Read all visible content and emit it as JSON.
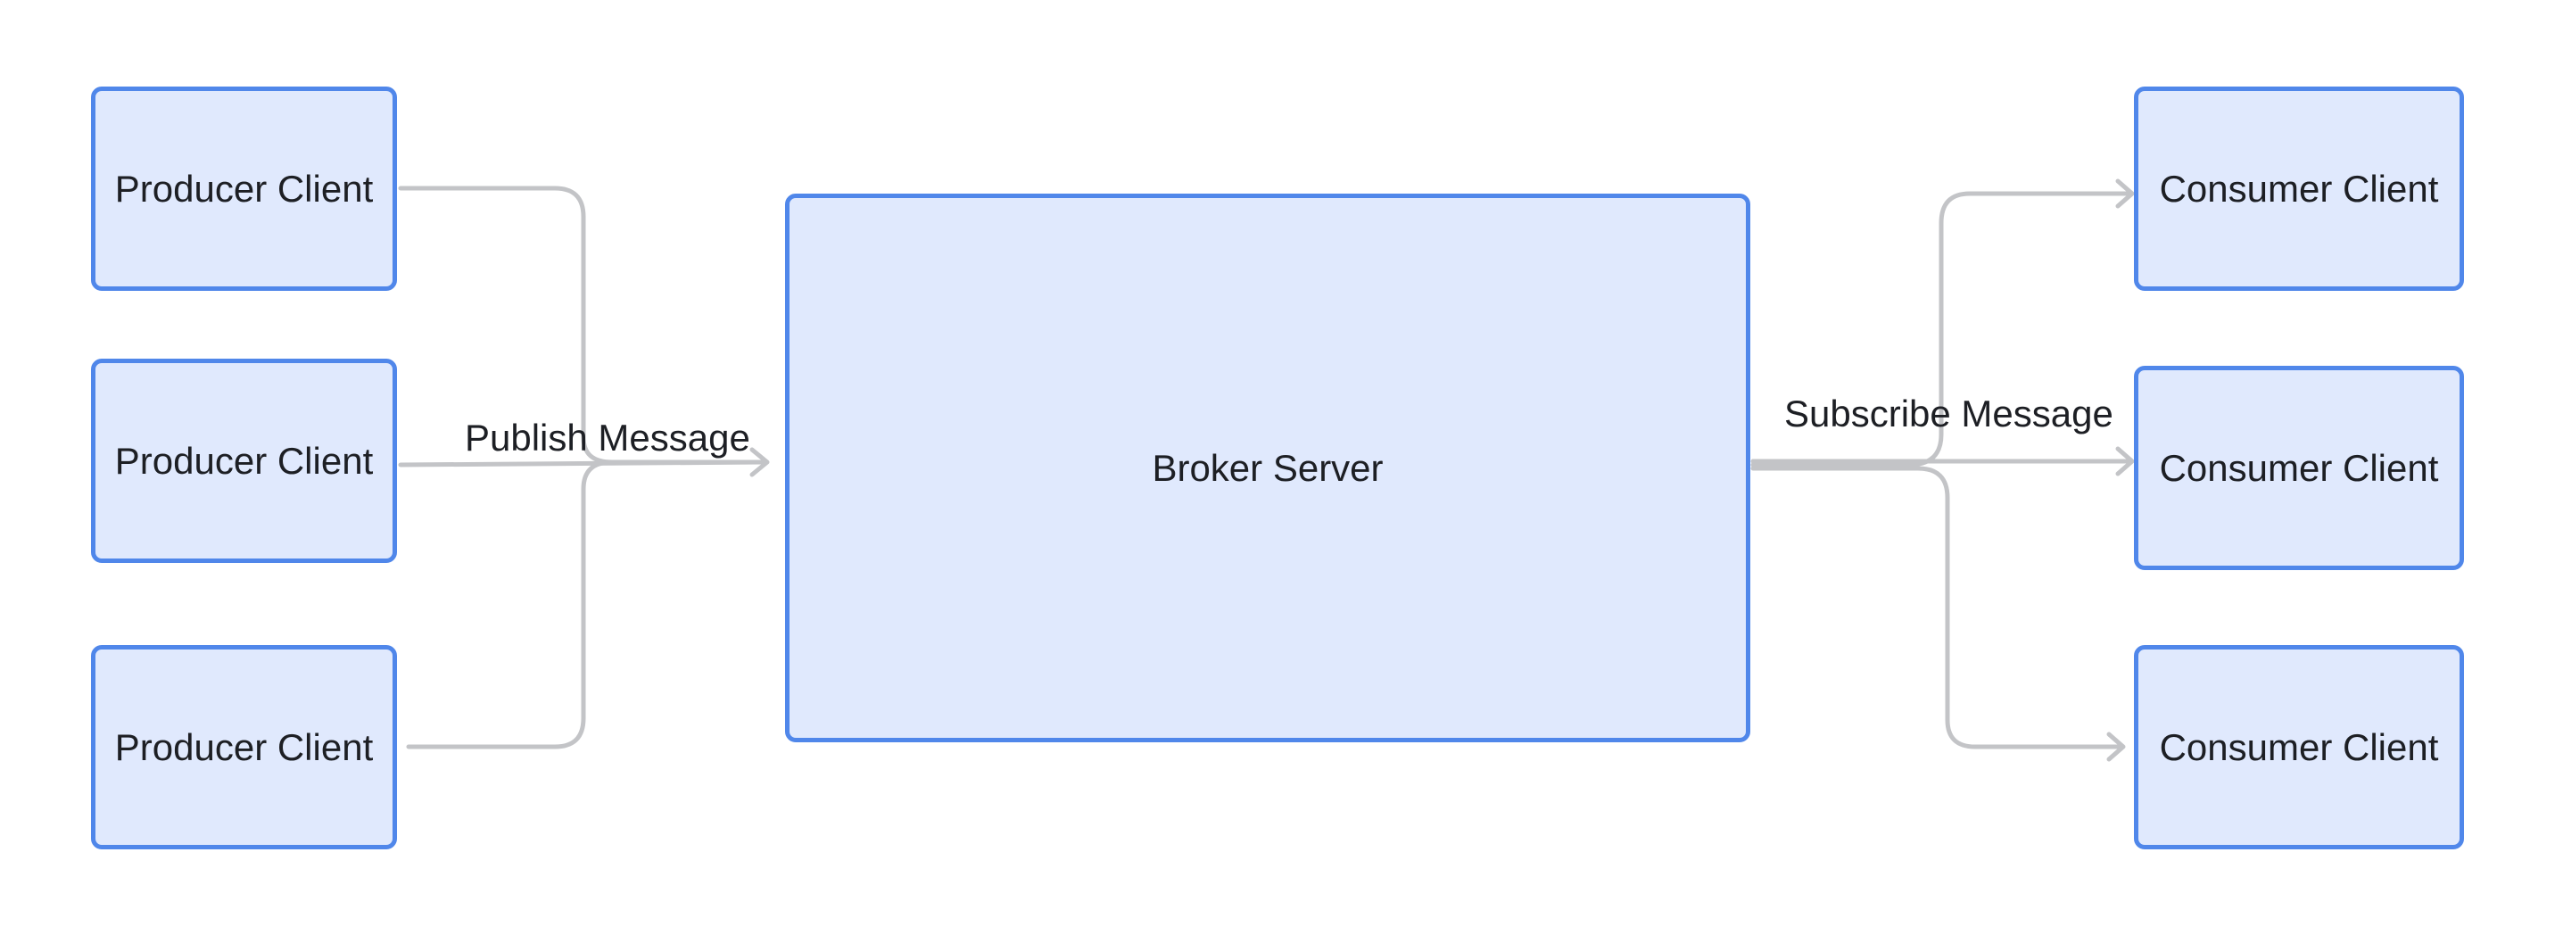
{
  "diagram": {
    "producers": [
      {
        "label": "Producer Client"
      },
      {
        "label": "Producer Client"
      },
      {
        "label": "Producer Client"
      }
    ],
    "broker": {
      "label": "Broker Server"
    },
    "consumers": [
      {
        "label": "Consumer Client"
      },
      {
        "label": "Consumer Client"
      },
      {
        "label": "Consumer Client"
      }
    ],
    "edges": {
      "publish_label": "Publish Message",
      "subscribe_label": "Subscribe Message"
    },
    "colors": {
      "node_fill": "#e0e9fd",
      "node_border": "#5087ea",
      "edge_stroke": "#c3c4c7",
      "text": "#1d1f24"
    }
  }
}
